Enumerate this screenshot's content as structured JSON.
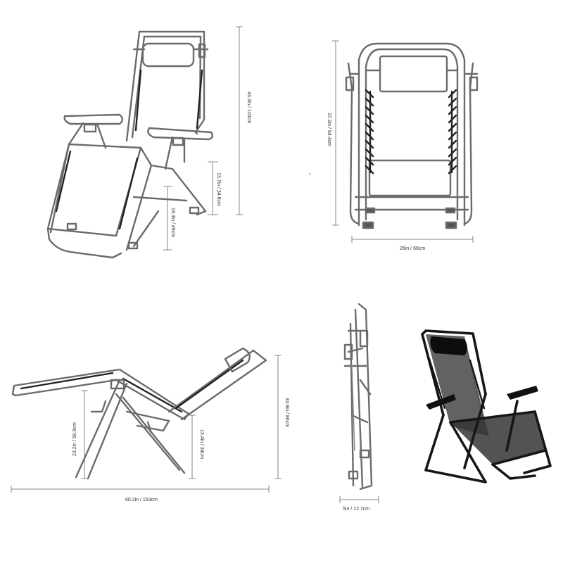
{
  "dimensions": {
    "front_height": "43.3in / 110cm",
    "front_armrest": "13.7in / 34.8cm",
    "front_seat": "19.3in / 49cm",
    "rear_height": "37.2in / 94.4cm",
    "rear_width": "26in / 66cm",
    "reclined_height": "33.9in / 86cm",
    "reclined_foot": "23.2in / 58.9cm",
    "reclined_seat": "13.4in / 34cm",
    "reclined_length": "60.2in / 153cm",
    "folded_depth": "5in / 12.7cm"
  }
}
